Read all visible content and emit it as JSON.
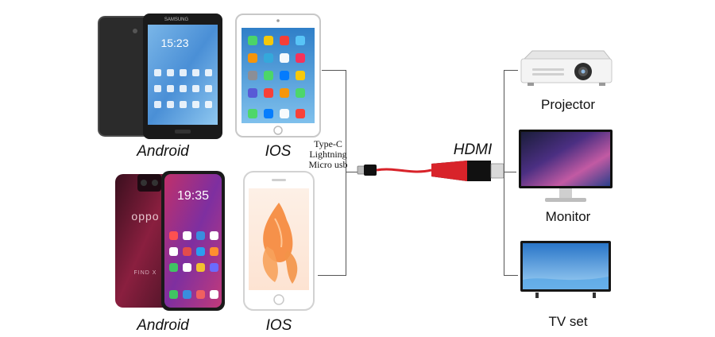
{
  "devices": {
    "samsung_tablet": {
      "label": "Android",
      "brand_text": "SAMSUNG",
      "clock": "15:23"
    },
    "ipad": {
      "label": "IOS"
    },
    "oppo_phone": {
      "label": "Android",
      "brand_text": "oppo",
      "clock": "19:35",
      "model_text": "FIND X"
    },
    "iphone": {
      "label": "IOS"
    }
  },
  "connector": {
    "input_types": [
      "Type-C",
      "Lightning",
      "Micro usb"
    ],
    "output_label": "HDMI",
    "cable_color": "#d8232a"
  },
  "outputs": [
    {
      "label": "Projector"
    },
    {
      "label": "Monitor"
    },
    {
      "label": "TV set"
    }
  ]
}
